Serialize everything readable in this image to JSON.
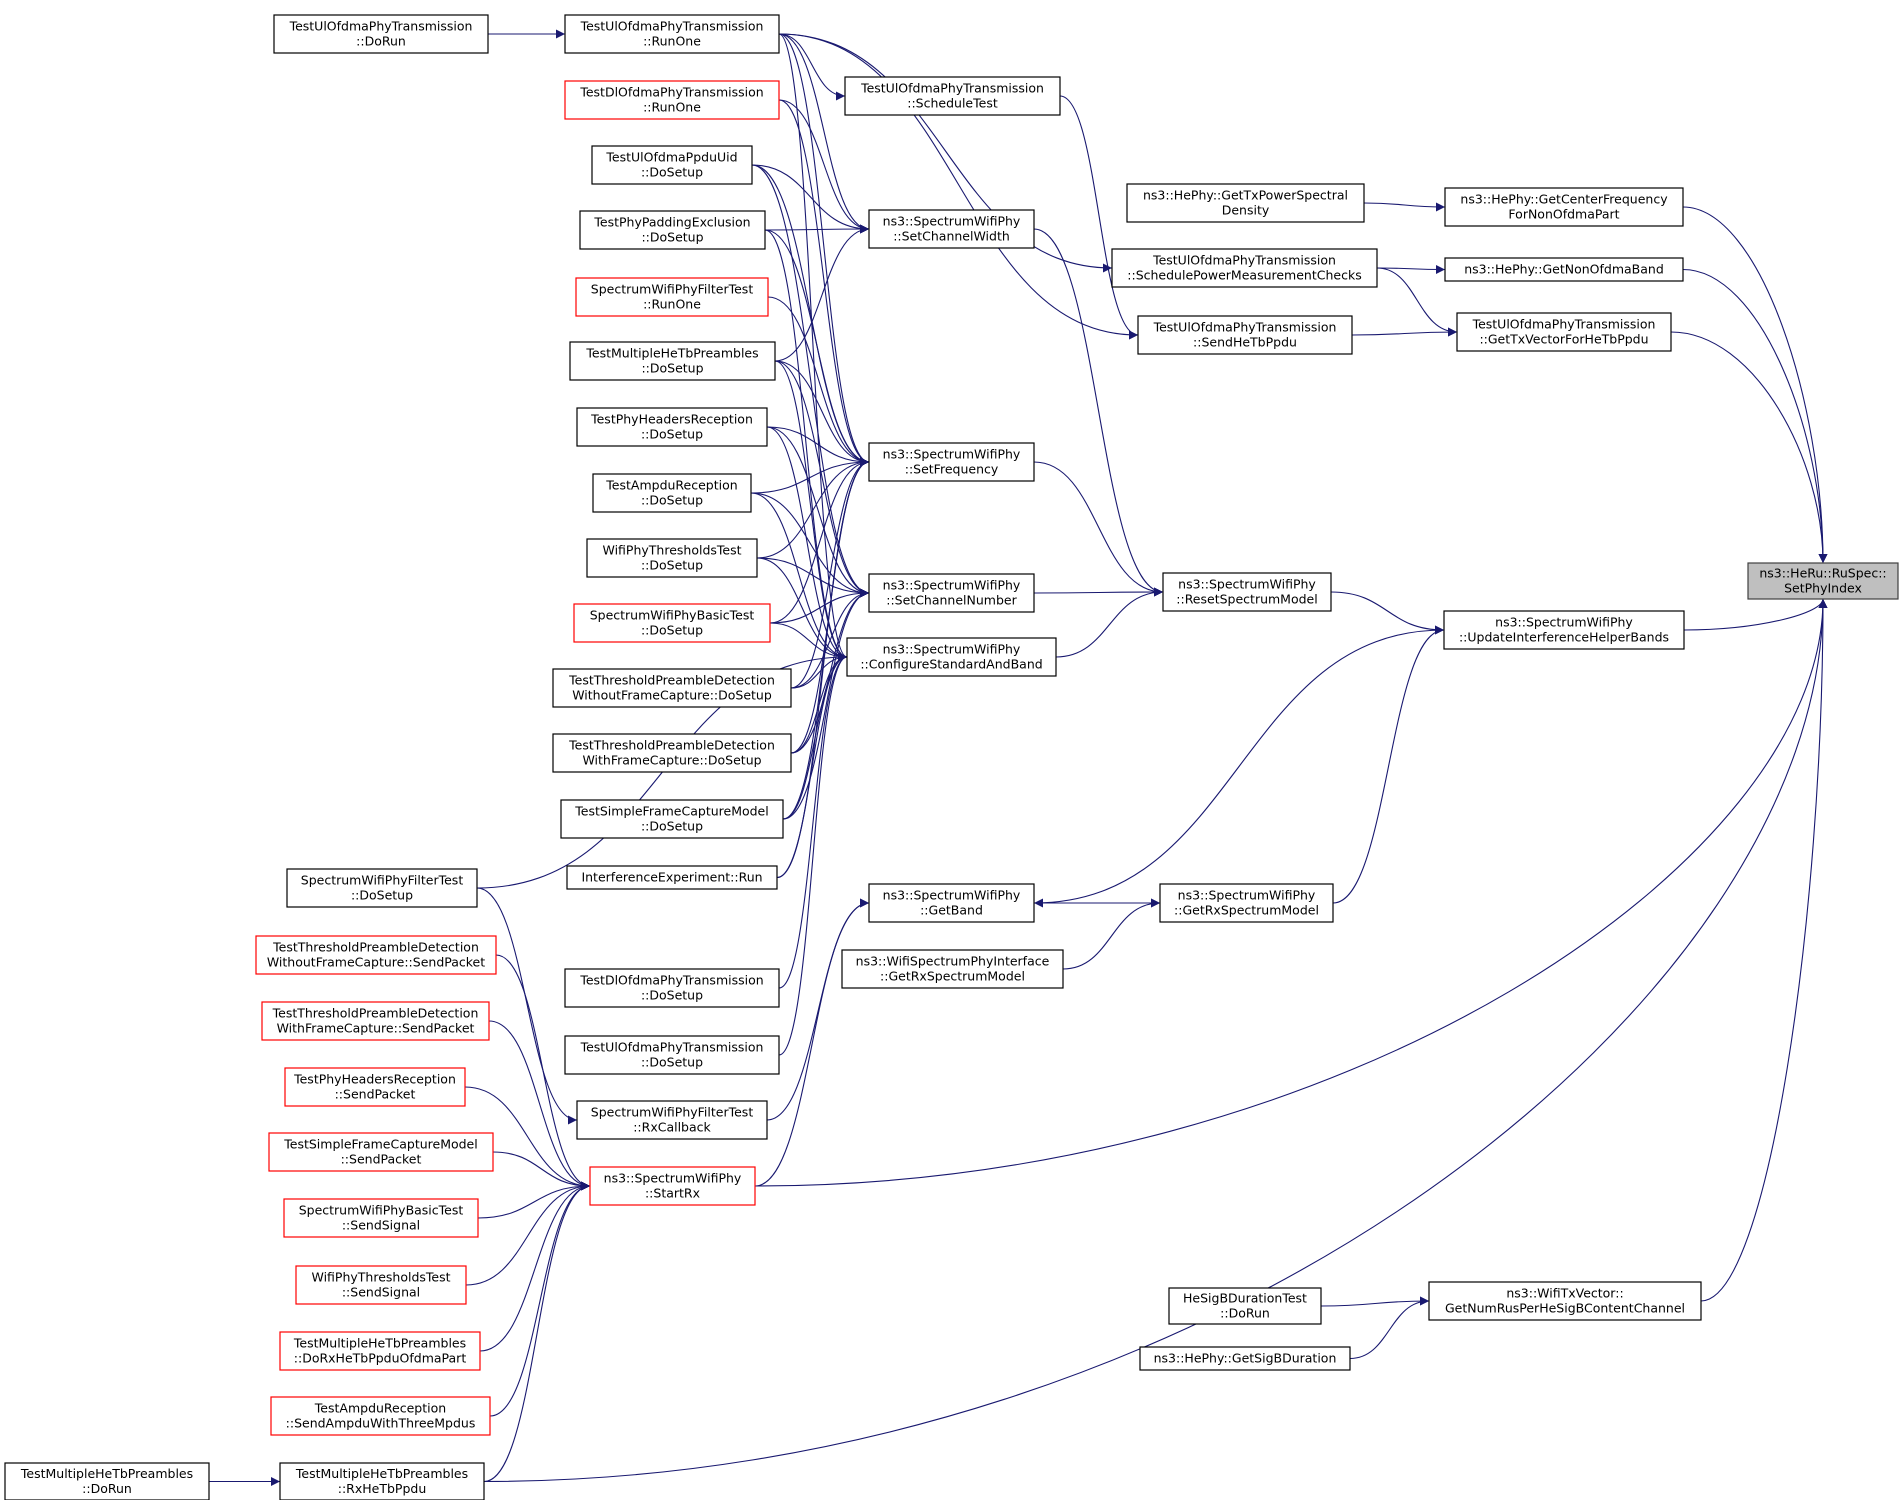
{
  "colors": {
    "edge": "#191970",
    "node_border": "#000000",
    "node_border_incomplete": "#ff0000",
    "node_fill": "#ffffff",
    "root_fill": "#bfbfbf",
    "root_border": "#404040"
  },
  "nodes": [
    {
      "id": "root",
      "lines": [
        "ns3::HeRu::RuSpec::",
        "SetPhyIndex"
      ],
      "style": "root"
    },
    {
      "id": "n_getcenter",
      "lines": [
        "ns3::HePhy::GetCenterFrequency",
        "ForNonOfdmaPart"
      ],
      "style": "normal"
    },
    {
      "id": "n_gettxpsd",
      "lines": [
        "ns3::HePhy::GetTxPowerSpectral",
        "Density"
      ],
      "style": "normal"
    },
    {
      "id": "n_getnonofdma",
      "lines": [
        "ns3::HePhy::GetNonOfdmaBand"
      ],
      "style": "normal"
    },
    {
      "id": "n_schedpower",
      "lines": [
        "TestUlOfdmaPhyTransmission",
        "::SchedulePowerMeasurementChecks"
      ],
      "style": "normal"
    },
    {
      "id": "n_gettxvec",
      "lines": [
        "TestUlOfdmaPhyTransmission",
        "::GetTxVectorForHeTbPpdu"
      ],
      "style": "normal"
    },
    {
      "id": "n_sendhetb",
      "lines": [
        "TestUlOfdmaPhyTransmission",
        "::SendHeTbPpdu"
      ],
      "style": "normal"
    },
    {
      "id": "n_updinterf",
      "lines": [
        "ns3::SpectrumWifiPhy",
        "::UpdateInterferenceHelperBands"
      ],
      "style": "normal"
    },
    {
      "id": "n_resetspec",
      "lines": [
        "ns3::SpectrumWifiPhy",
        "::ResetSpectrumModel"
      ],
      "style": "normal"
    },
    {
      "id": "n_getrxspec",
      "lines": [
        "ns3::SpectrumWifiPhy",
        "::GetRxSpectrumModel"
      ],
      "style": "normal"
    },
    {
      "id": "n_getnumrus",
      "lines": [
        "ns3::WifiTxVector::",
        "GetNumRusPerHeSigBContentChannel"
      ],
      "style": "normal"
    },
    {
      "id": "n_hesigbrun",
      "lines": [
        "HeSigBDurationTest",
        "::DoRun"
      ],
      "style": "normal"
    },
    {
      "id": "n_getsigb",
      "lines": [
        "ns3::HePhy::GetSigBDuration"
      ],
      "style": "normal"
    },
    {
      "id": "n_setchwidth",
      "lines": [
        "ns3::SpectrumWifiPhy",
        "::SetChannelWidth"
      ],
      "style": "normal"
    },
    {
      "id": "n_setfreq",
      "lines": [
        "ns3::SpectrumWifiPhy",
        "::SetFrequency"
      ],
      "style": "normal"
    },
    {
      "id": "n_setchnum",
      "lines": [
        "ns3::SpectrumWifiPhy",
        "::SetChannelNumber"
      ],
      "style": "normal"
    },
    {
      "id": "n_configstd",
      "lines": [
        "ns3::SpectrumWifiPhy",
        "::ConfigureStandardAndBand"
      ],
      "style": "normal"
    },
    {
      "id": "n_getband",
      "lines": [
        "ns3::SpectrumWifiPhy",
        "::GetBand"
      ],
      "style": "normal"
    },
    {
      "id": "n_wifispecif",
      "lines": [
        "ns3::WifiSpectrumPhyInterface",
        "::GetRxSpectrumModel"
      ],
      "style": "normal"
    },
    {
      "id": "n_schedtest",
      "lines": [
        "TestUlOfdmaPhyTransmission",
        "::ScheduleTest"
      ],
      "style": "normal"
    },
    {
      "id": "n_ulrunone",
      "lines": [
        "TestUlOfdmaPhyTransmission",
        "::RunOne"
      ],
      "style": "normal"
    },
    {
      "id": "n_uldorun",
      "lines": [
        "TestUlOfdmaPhyTransmission",
        "::DoRun"
      ],
      "style": "normal"
    },
    {
      "id": "n_dlrunone",
      "lines": [
        "TestDlOfdmaPhyTransmission",
        "::RunOne"
      ],
      "style": "red"
    },
    {
      "id": "n_ppduuid",
      "lines": [
        "TestUlOfdmaPpduUid",
        "::DoSetup"
      ],
      "style": "normal"
    },
    {
      "id": "n_padding",
      "lines": [
        "TestPhyPaddingExclusion",
        "::DoSetup"
      ],
      "style": "normal"
    },
    {
      "id": "n_filterrunone",
      "lines": [
        "SpectrumWifiPhyFilterTest",
        "::RunOne"
      ],
      "style": "red"
    },
    {
      "id": "n_multsetup",
      "lines": [
        "TestMultipleHeTbPreambles",
        "::DoSetup"
      ],
      "style": "normal"
    },
    {
      "id": "n_hdrsetup",
      "lines": [
        "TestPhyHeadersReception",
        "::DoSetup"
      ],
      "style": "normal"
    },
    {
      "id": "n_ampdusetup",
      "lines": [
        "TestAmpduReception",
        "::DoSetup"
      ],
      "style": "normal"
    },
    {
      "id": "n_thresholdsetup",
      "lines": [
        "WifiPhyThresholdsTest",
        "::DoSetup"
      ],
      "style": "normal"
    },
    {
      "id": "n_basicsetup",
      "lines": [
        "SpectrumWifiPhyBasicTest",
        "::DoSetup"
      ],
      "style": "red"
    },
    {
      "id": "n_tpdwo",
      "lines": [
        "TestThresholdPreambleDetection",
        "WithoutFrameCapture::DoSetup"
      ],
      "style": "normal"
    },
    {
      "id": "n_tpdw",
      "lines": [
        "TestThresholdPreambleDetection",
        "WithFrameCapture::DoSetup"
      ],
      "style": "normal"
    },
    {
      "id": "n_simplecap",
      "lines": [
        "TestSimpleFrameCaptureModel",
        "::DoSetup"
      ],
      "style": "normal"
    },
    {
      "id": "n_interf",
      "lines": [
        "InterferenceExperiment::Run"
      ],
      "style": "normal"
    },
    {
      "id": "n_filtersetup",
      "lines": [
        "SpectrumWifiPhyFilterTest",
        "::DoSetup"
      ],
      "style": "normal"
    },
    {
      "id": "n_dldosetup",
      "lines": [
        "TestDlOfdmaPhyTransmission",
        "::DoSetup"
      ],
      "style": "normal"
    },
    {
      "id": "n_uldosetup",
      "lines": [
        "TestUlOfdmaPhyTransmission",
        "::DoSetup"
      ],
      "style": "normal"
    },
    {
      "id": "n_rxcallback",
      "lines": [
        "SpectrumWifiPhyFilterTest",
        "::RxCallback"
      ],
      "style": "normal"
    },
    {
      "id": "n_startrx",
      "lines": [
        "ns3::SpectrumWifiPhy",
        "::StartRx"
      ],
      "style": "red"
    },
    {
      "id": "n_tpdwo_send",
      "lines": [
        "TestThresholdPreambleDetection",
        "WithoutFrameCapture::SendPacket"
      ],
      "style": "red"
    },
    {
      "id": "n_tpdw_send",
      "lines": [
        "TestThresholdPreambleDetection",
        "WithFrameCapture::SendPacket"
      ],
      "style": "red"
    },
    {
      "id": "n_hdr_send",
      "lines": [
        "TestPhyHeadersReception",
        "::SendPacket"
      ],
      "style": "red"
    },
    {
      "id": "n_simplecap_send",
      "lines": [
        "TestSimpleFrameCaptureModel",
        "::SendPacket"
      ],
      "style": "red"
    },
    {
      "id": "n_basic_send",
      "lines": [
        "SpectrumWifiPhyBasicTest",
        "::SendSignal"
      ],
      "style": "red"
    },
    {
      "id": "n_thresh_send",
      "lines": [
        "WifiPhyThresholdsTest",
        "::SendSignal"
      ],
      "style": "red"
    },
    {
      "id": "n_mult_dorx",
      "lines": [
        "TestMultipleHeTbPreambles",
        "::DoRxHeTbPpduOfdmaPart"
      ],
      "style": "red"
    },
    {
      "id": "n_ampdu_send",
      "lines": [
        "TestAmpduReception",
        "::SendAmpduWithThreeMpdus"
      ],
      "style": "red"
    },
    {
      "id": "n_mult_rx",
      "lines": [
        "TestMultipleHeTbPreambles",
        "::RxHeTbPpdu"
      ],
      "style": "normal"
    },
    {
      "id": "n_mult_dorun",
      "lines": [
        "TestMultipleHeTbPreambles",
        "::DoRun"
      ],
      "style": "normal"
    }
  ],
  "edges": [
    {
      "from": "n_getcenter",
      "to": "root"
    },
    {
      "from": "n_getnonofdma",
      "to": "root"
    },
    {
      "from": "n_gettxvec",
      "to": "root"
    },
    {
      "from": "n_updinterf",
      "to": "root"
    },
    {
      "from": "n_startrx",
      "to": "root"
    },
    {
      "from": "n_mult_rx",
      "to": "root"
    },
    {
      "from": "n_getnumrus",
      "to": "root"
    },
    {
      "from": "n_gettxpsd",
      "to": "n_getcenter"
    },
    {
      "from": "n_schedpower",
      "to": "n_getnonofdma"
    },
    {
      "from": "n_schedpower",
      "to": "n_gettxvec"
    },
    {
      "from": "n_sendhetb",
      "to": "n_gettxvec"
    },
    {
      "from": "n_ulrunone",
      "to": "n_schedpower"
    },
    {
      "from": "n_ulrunone",
      "to": "n_sendhetb"
    },
    {
      "from": "n_schedtest",
      "to": "n_sendhetb"
    },
    {
      "from": "n_ulrunone",
      "to": "n_schedtest"
    },
    {
      "from": "n_uldorun",
      "to": "n_ulrunone"
    },
    {
      "from": "n_resetspec",
      "to": "n_updinterf"
    },
    {
      "from": "n_getrxspec",
      "to": "n_updinterf"
    },
    {
      "from": "n_updinterf",
      "to": "n_getband"
    },
    {
      "from": "n_setchwidth",
      "to": "n_resetspec"
    },
    {
      "from": "n_setfreq",
      "to": "n_resetspec"
    },
    {
      "from": "n_setchnum",
      "to": "n_resetspec"
    },
    {
      "from": "n_configstd",
      "to": "n_resetspec"
    },
    {
      "from": "n_getband",
      "to": "n_getrxspec"
    },
    {
      "from": "n_wifispecif",
      "to": "n_getrxspec"
    },
    {
      "from": "n_hesigbrun",
      "to": "n_getnumrus"
    },
    {
      "from": "n_getsigb",
      "to": "n_getnumrus"
    },
    {
      "from": "n_ulrunone",
      "to": "n_setchwidth"
    },
    {
      "from": "n_dlrunone",
      "to": "n_setchwidth"
    },
    {
      "from": "n_ppduuid",
      "to": "n_setchwidth"
    },
    {
      "from": "n_padding",
      "to": "n_setchwidth"
    },
    {
      "from": "n_multsetup",
      "to": "n_setchwidth"
    },
    {
      "from": "n_ulrunone",
      "to": "n_setfreq"
    },
    {
      "from": "n_dlrunone",
      "to": "n_setfreq"
    },
    {
      "from": "n_ppduuid",
      "to": "n_setfreq"
    },
    {
      "from": "n_padding",
      "to": "n_setfreq"
    },
    {
      "from": "n_filterrunone",
      "to": "n_setfreq"
    },
    {
      "from": "n_multsetup",
      "to": "n_setfreq"
    },
    {
      "from": "n_hdrsetup",
      "to": "n_setfreq"
    },
    {
      "from": "n_ampdusetup",
      "to": "n_setfreq"
    },
    {
      "from": "n_thresholdsetup",
      "to": "n_setfreq"
    },
    {
      "from": "n_basicsetup",
      "to": "n_setfreq"
    },
    {
      "from": "n_tpdwo",
      "to": "n_setfreq"
    },
    {
      "from": "n_tpdw",
      "to": "n_setfreq"
    },
    {
      "from": "n_simplecap",
      "to": "n_setfreq"
    },
    {
      "from": "n_interf",
      "to": "n_setfreq"
    },
    {
      "from": "n_ppduuid",
      "to": "n_setchnum"
    },
    {
      "from": "n_multsetup",
      "to": "n_setchnum"
    },
    {
      "from": "n_hdrsetup",
      "to": "n_setchnum"
    },
    {
      "from": "n_ampdusetup",
      "to": "n_setchnum"
    },
    {
      "from": "n_thresholdsetup",
      "to": "n_setchnum"
    },
    {
      "from": "n_basicsetup",
      "to": "n_setchnum"
    },
    {
      "from": "n_tpdwo",
      "to": "n_setchnum"
    },
    {
      "from": "n_tpdw",
      "to": "n_setchnum"
    },
    {
      "from": "n_simplecap",
      "to": "n_setchnum"
    },
    {
      "from": "n_ulrunone",
      "to": "n_configstd"
    },
    {
      "from": "n_padding",
      "to": "n_configstd"
    },
    {
      "from": "n_multsetup",
      "to": "n_configstd"
    },
    {
      "from": "n_hdrsetup",
      "to": "n_configstd"
    },
    {
      "from": "n_ampdusetup",
      "to": "n_configstd"
    },
    {
      "from": "n_thresholdsetup",
      "to": "n_configstd"
    },
    {
      "from": "n_basicsetup",
      "to": "n_configstd"
    },
    {
      "from": "n_tpdwo",
      "to": "n_configstd"
    },
    {
      "from": "n_tpdw",
      "to": "n_configstd"
    },
    {
      "from": "n_simplecap",
      "to": "n_configstd"
    },
    {
      "from": "n_interf",
      "to": "n_configstd"
    },
    {
      "from": "n_filtersetup",
      "to": "n_configstd"
    },
    {
      "from": "n_dldosetup",
      "to": "n_configstd"
    },
    {
      "from": "n_uldosetup",
      "to": "n_configstd"
    },
    {
      "from": "n_rxcallback",
      "to": "n_getband"
    },
    {
      "from": "n_startrx",
      "to": "n_getband"
    },
    {
      "from": "n_filtersetup",
      "to": "n_rxcallback"
    },
    {
      "from": "n_tpdwo_send",
      "to": "n_startrx"
    },
    {
      "from": "n_tpdw_send",
      "to": "n_startrx"
    },
    {
      "from": "n_hdr_send",
      "to": "n_startrx"
    },
    {
      "from": "n_simplecap_send",
      "to": "n_startrx"
    },
    {
      "from": "n_basic_send",
      "to": "n_startrx"
    },
    {
      "from": "n_thresh_send",
      "to": "n_startrx"
    },
    {
      "from": "n_mult_dorx",
      "to": "n_startrx"
    },
    {
      "from": "n_ampdu_send",
      "to": "n_startrx"
    },
    {
      "from": "n_mult_rx",
      "to": "n_startrx"
    },
    {
      "from": "n_mult_dorun",
      "to": "n_mult_rx"
    }
  ]
}
